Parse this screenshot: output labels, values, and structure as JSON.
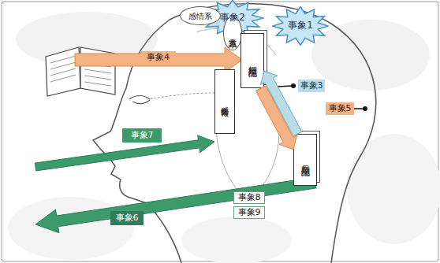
{
  "diagram": {
    "nodes": [
      {
        "text": [
          "事象2"
        ]
      },
      {
        "text": [
          "感情系"
        ]
      },
      {
        "text": [
          "事象1"
        ]
      },
      {
        "text": [
          "意識系"
        ]
      },
      {
        "text": [
          "事象4"
        ]
      },
      {
        "text": [
          "短期記憶"
        ]
      },
      {
        "text": [
          "事象3"
        ]
      },
      {
        "text": [
          "事象5"
        ]
      },
      {
        "text": [
          "感覚情報"
        ]
      },
      {
        "text": [
          "事象7"
        ]
      },
      {
        "text": [
          "長期記憶"
        ]
      },
      {
        "text": [
          "事象8"
        ]
      },
      {
        "text": [
          "事象9"
        ]
      },
      {
        "text": [
          "事象6"
        ]
      }
    ],
    "edges": [
      {
        "from": 5,
        "to": 10,
        "arrow": "to"
      },
      {
        "from": 10,
        "to": 5,
        "arrow": "to"
      }
    ]
  }
}
